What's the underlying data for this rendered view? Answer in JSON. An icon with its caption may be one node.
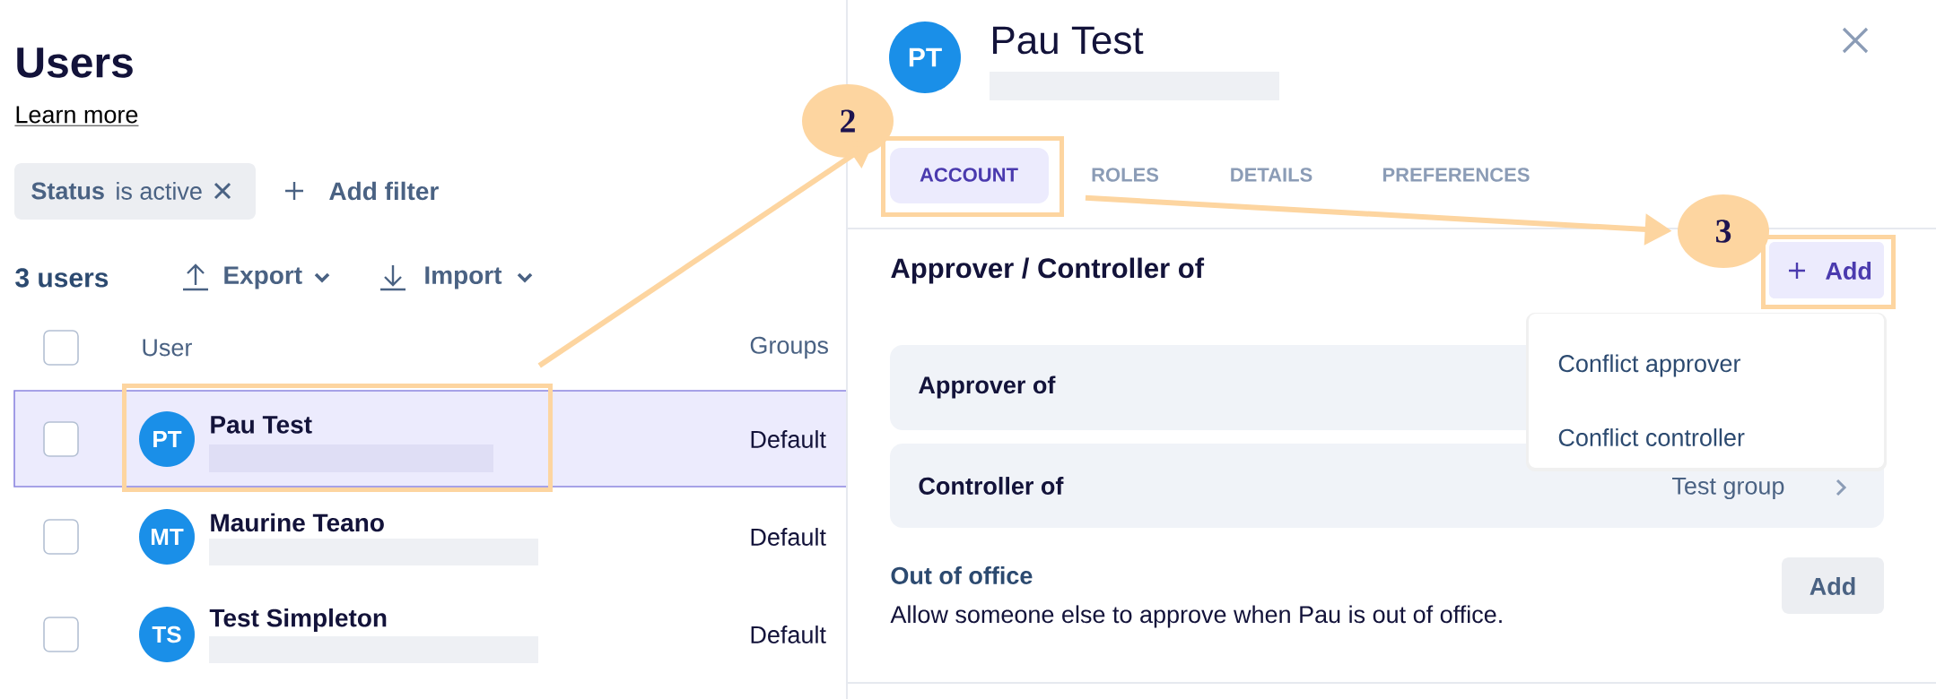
{
  "diagram": {
    "nodes": [
      {
        "text": [
          "PT",
          "Pau Test"
        ]
      },
      {
        "text": [
          "2"
        ]
      },
      {
        "text": [
          "ACCOUNT"
        ]
      },
      {
        "text": [
          "3"
        ]
      },
      {
        "text": [
          "Add"
        ]
      }
    ],
    "edges": [
      {
        "from": 0,
        "to": 2,
        "arrow": "to"
      },
      {
        "from": 2,
        "to": 3,
        "arrow": "to"
      }
    ],
    "labels": [
      "Users",
      "Learn more",
      "Status",
      "is active",
      "Add filter",
      "3 users",
      "Export",
      "Import",
      "User",
      "Groups",
      "Default",
      "MT",
      "Maurine Teano",
      "Default",
      "TS",
      "Test Simpleton",
      "Default",
      "PT",
      "Pau Test",
      "ROLES",
      "DETAILS",
      "PREFERENCES",
      "Approver / Controller of",
      "Approver of",
      "Conflict approver",
      "Conflict controller",
      "Controller of",
      "Test group",
      "Out of office",
      "Allow someone else to approve when Pau is out of office.",
      "Add"
    ]
  }
}
